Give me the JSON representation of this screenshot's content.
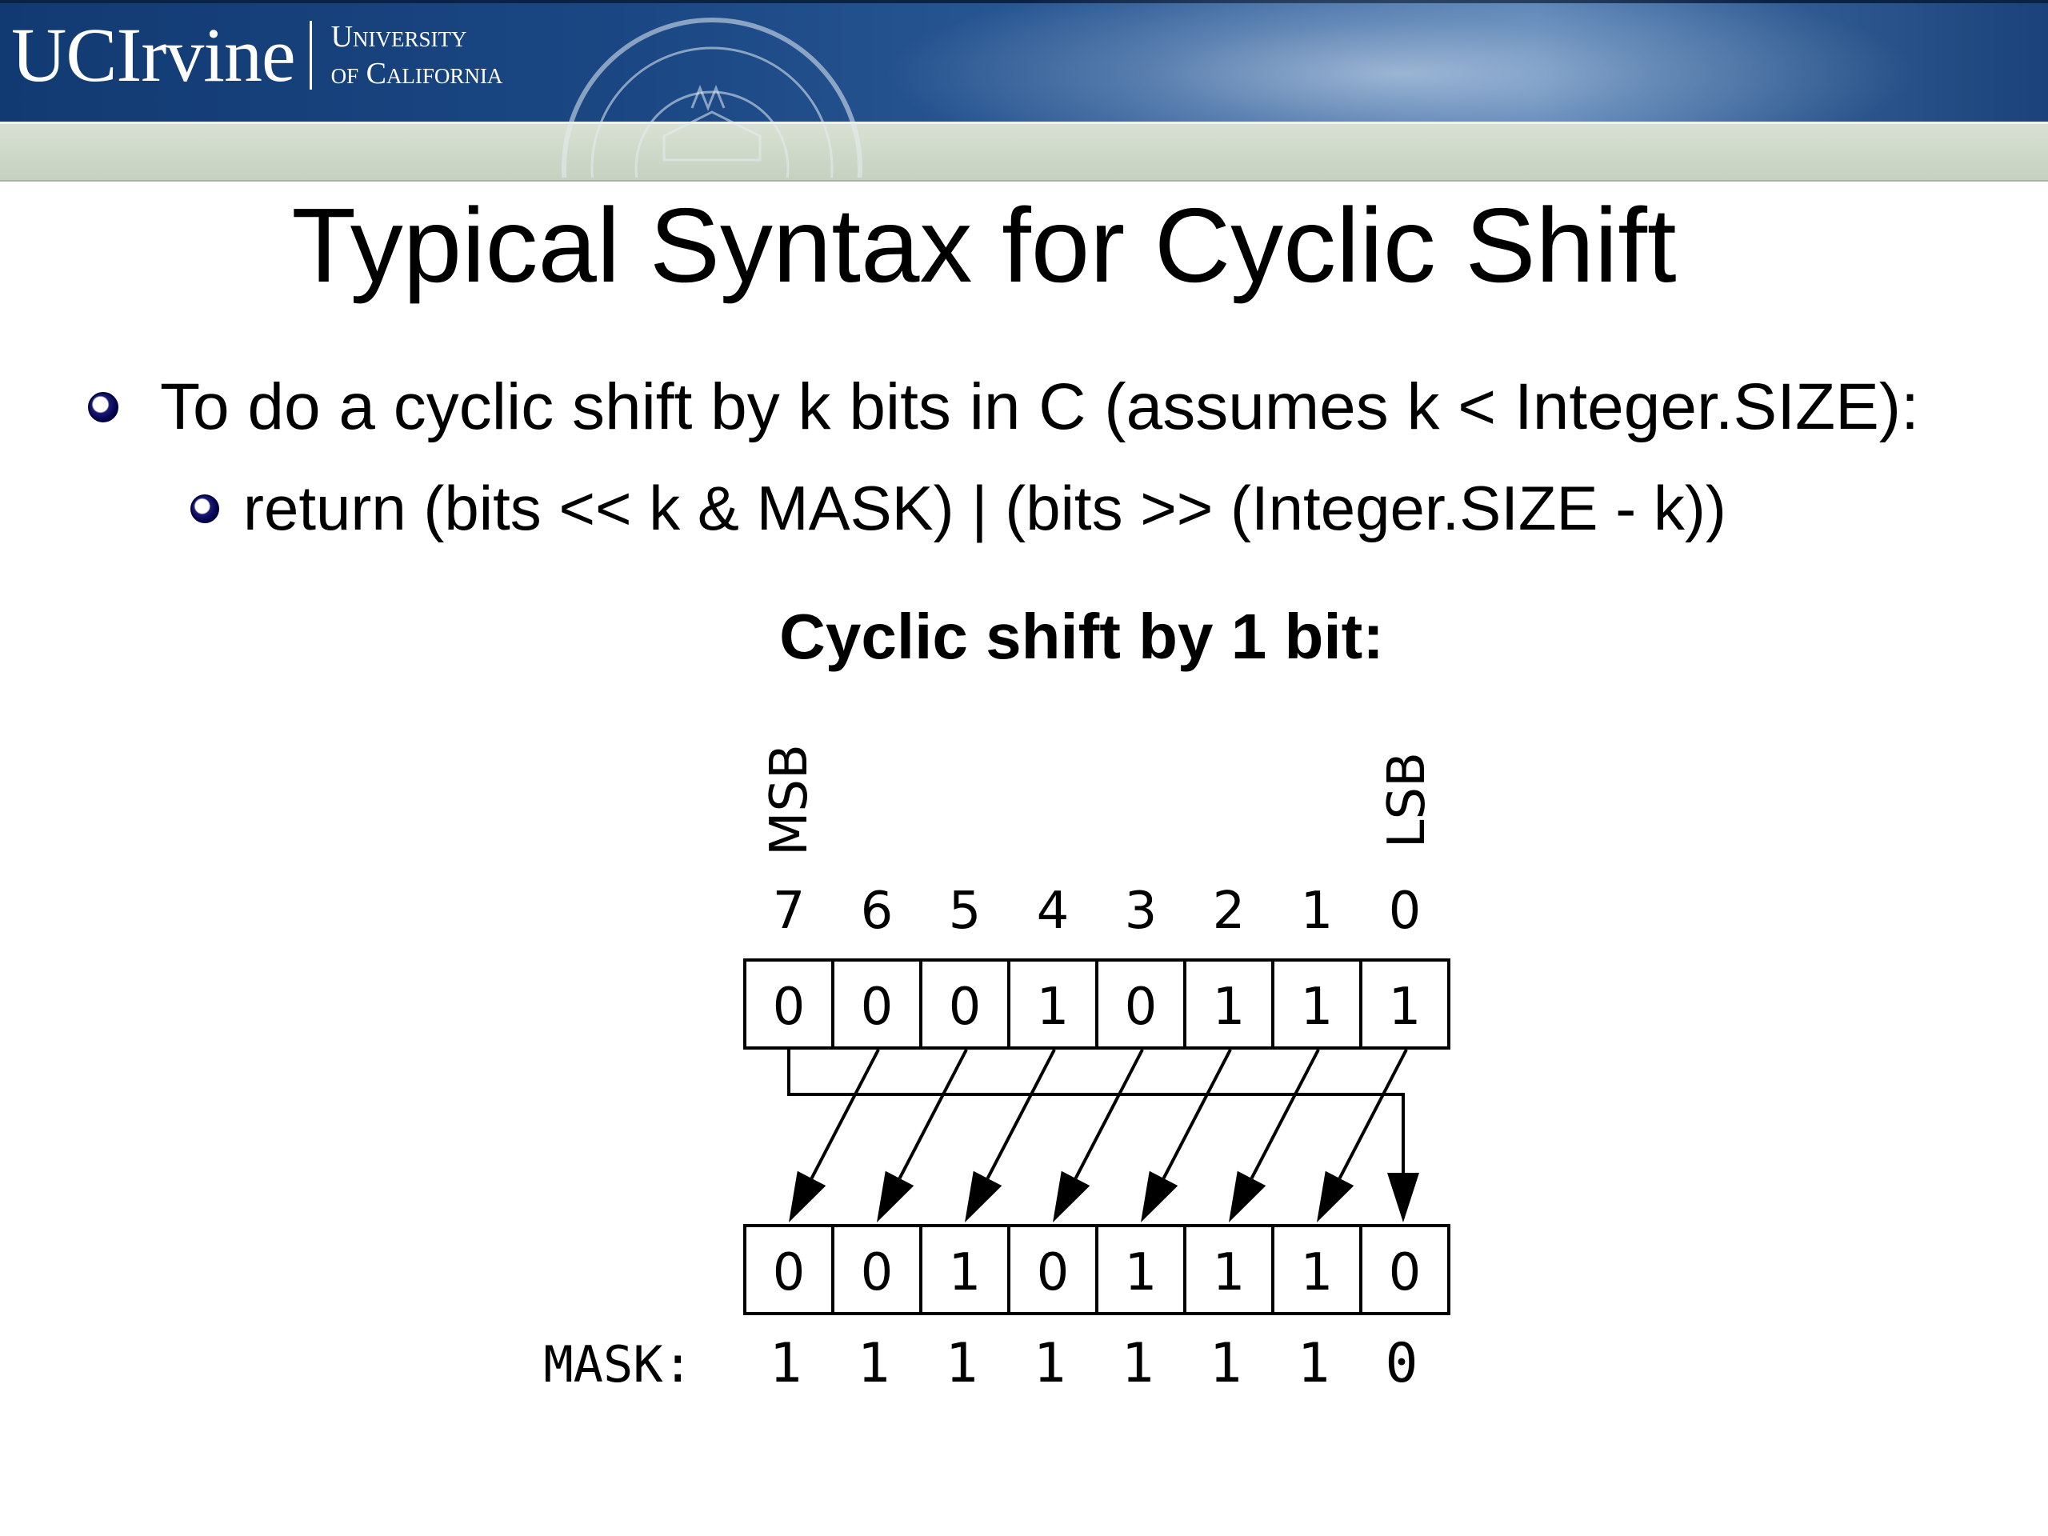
{
  "header": {
    "brand_name": "UCIrvine",
    "brand_line1": "University",
    "brand_line2": "of California",
    "seal_icon": "university-seal-icon",
    "colors": {
      "header_blue": "#1a4783",
      "band_green": "#c6d1c0"
    }
  },
  "slide": {
    "title": "Typical Syntax for Cyclic Shift",
    "bullet1": "To do a cyclic shift by k bits in C (assumes k < Integer.SIZE):",
    "bullet2": "return (bits << k & MASK) | (bits >> (Integer.SIZE - k))"
  },
  "diagram": {
    "caption": "Cyclic shift by 1 bit:",
    "msb_label": "MSB",
    "lsb_label": "LSB",
    "positions": [
      "7",
      "6",
      "5",
      "4",
      "3",
      "2",
      "1",
      "0"
    ],
    "before": [
      "0",
      "0",
      "0",
      "1",
      "0",
      "1",
      "1",
      "1"
    ],
    "after": [
      "0",
      "0",
      "1",
      "0",
      "1",
      "1",
      "1",
      "0"
    ],
    "mask_label": "MASK:",
    "mask": [
      "1",
      "1",
      "1",
      "1",
      "1",
      "1",
      "1",
      "0"
    ]
  }
}
